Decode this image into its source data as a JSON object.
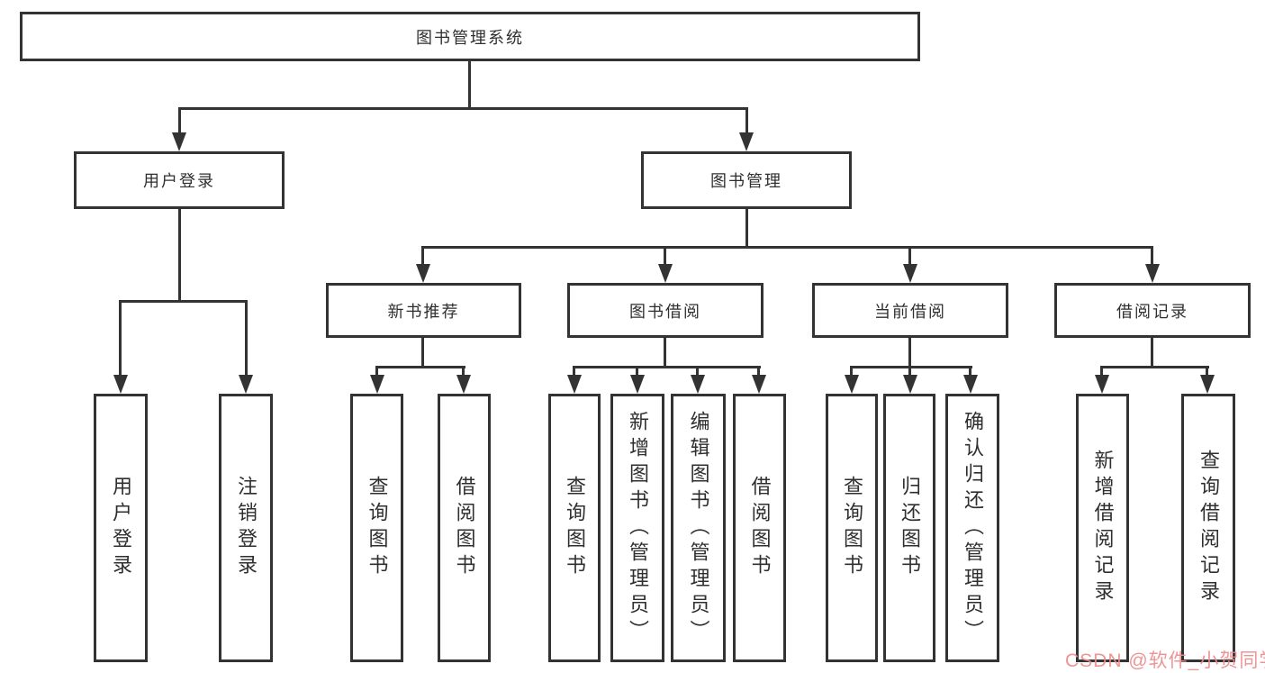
{
  "diagram": {
    "root": {
      "label": "图书管理系统"
    },
    "children": [
      {
        "label": "用户登录",
        "children": [
          {
            "label": "用户登录"
          },
          {
            "label": "注销登录"
          }
        ]
      },
      {
        "label": "图书管理",
        "children": [
          {
            "label": "新书推荐",
            "children": [
              {
                "label": "查询图书"
              },
              {
                "label": "借阅图书"
              }
            ]
          },
          {
            "label": "图书借阅",
            "children": [
              {
                "label": "查询图书"
              },
              {
                "label": "新增图书（管理员）"
              },
              {
                "label": "编辑图书（管理员）"
              },
              {
                "label": "借阅图书"
              }
            ]
          },
          {
            "label": "当前借阅",
            "children": [
              {
                "label": "查询图书"
              },
              {
                "label": "归还图书"
              },
              {
                "label": "确认归还（管理员）"
              }
            ]
          },
          {
            "label": "借阅记录",
            "children": [
              {
                "label": "新增借阅记录"
              },
              {
                "label": "查询借阅记录"
              }
            ]
          }
        ]
      }
    ]
  },
  "watermark": {
    "text": "CSDN @软件_小贺同学",
    "color": "#ee8c8c"
  },
  "colors": {
    "line": "#333333",
    "box_border": "#333333",
    "box_background": "#ffffff",
    "page_background": "#ffffff",
    "text": "#2f2f2f"
  }
}
